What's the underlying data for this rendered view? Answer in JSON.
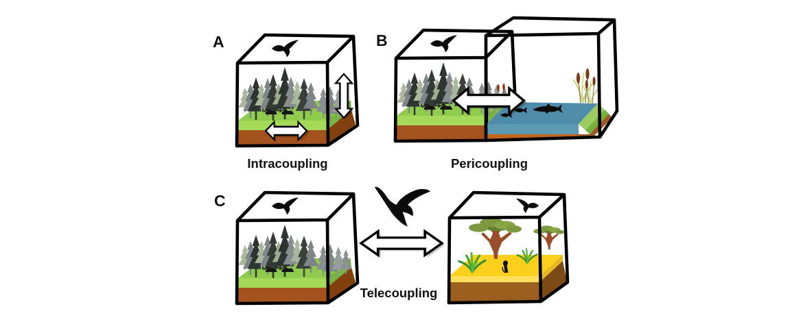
{
  "panels": {
    "a": {
      "letter": "A",
      "caption": "Intracoupling",
      "icons": [
        "wireframe-box",
        "pine-forest",
        "soaring-bird",
        "ground-animals",
        "horizontal-double-arrow",
        "vertical-double-arrow"
      ]
    },
    "b": {
      "letter": "B",
      "caption": "Pericoupling",
      "icons": [
        "wireframe-box-pair",
        "pine-forest",
        "soaring-bird",
        "ground-animals",
        "lake-water",
        "pike-fish",
        "small-fish",
        "cattails",
        "double-arrow-between-adjacent-boxes"
      ]
    },
    "c": {
      "letter": "C",
      "caption": "Telecoupling",
      "icons": [
        "wireframe-box",
        "pine-forest",
        "soaring-bird",
        "ground-animals",
        "migrating-raptor",
        "savanna",
        "acacia-trees",
        "grass-tufts",
        "meerkat",
        "gliding-bird",
        "long-double-arrow-between-distant-boxes"
      ]
    }
  },
  "colors": {
    "background": "#ffffff",
    "outline": "#000000",
    "grass_green_top": "#8FCB4C",
    "grass_green_front": "#A4DA57",
    "grass_green_side": "#76B43F",
    "soil_brown_front": "#A3511D",
    "soil_brown_side": "#82400F",
    "water_blue": "#4E8CA9",
    "water_front": "#5C9AB4",
    "sediment_orange": "#C2661B",
    "savanna_yellow_top": "#FBCF1C",
    "savanna_yellow_front": "#FFDE59",
    "savanna_soil": "#9C5E1F",
    "pine_dark": "#2E3430",
    "pine_gray": "#7F8587",
    "pine_sage": "#A9B79B",
    "acacia_canopy": "#7C993F",
    "acacia_trunk": "#9A4D2B",
    "arrow_fill": "#ffffff"
  }
}
